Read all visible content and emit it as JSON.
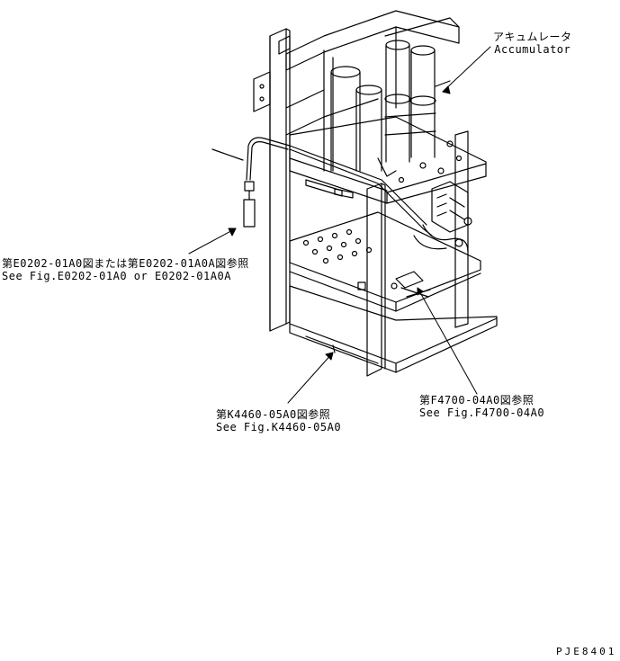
{
  "callouts": {
    "accumulator": {
      "jp": "アキュムレータ",
      "en": "Accumulator"
    },
    "ref_e0202": {
      "jp": "第E0202-01A0図または第E0202-01A0A図参照",
      "en": "See Fig.E0202-01A0 or E0202-01A0A"
    },
    "ref_k4460": {
      "jp": "第K4460-05A0図参照",
      "en": "See Fig.K4460-05A0"
    },
    "ref_f4700": {
      "jp": "第F4700-04A0図参照",
      "en": "See Fig.F4700-04A0"
    }
  },
  "drawing_id": "PJE8401",
  "colors": {
    "line": "#000000",
    "background": "#ffffff"
  }
}
